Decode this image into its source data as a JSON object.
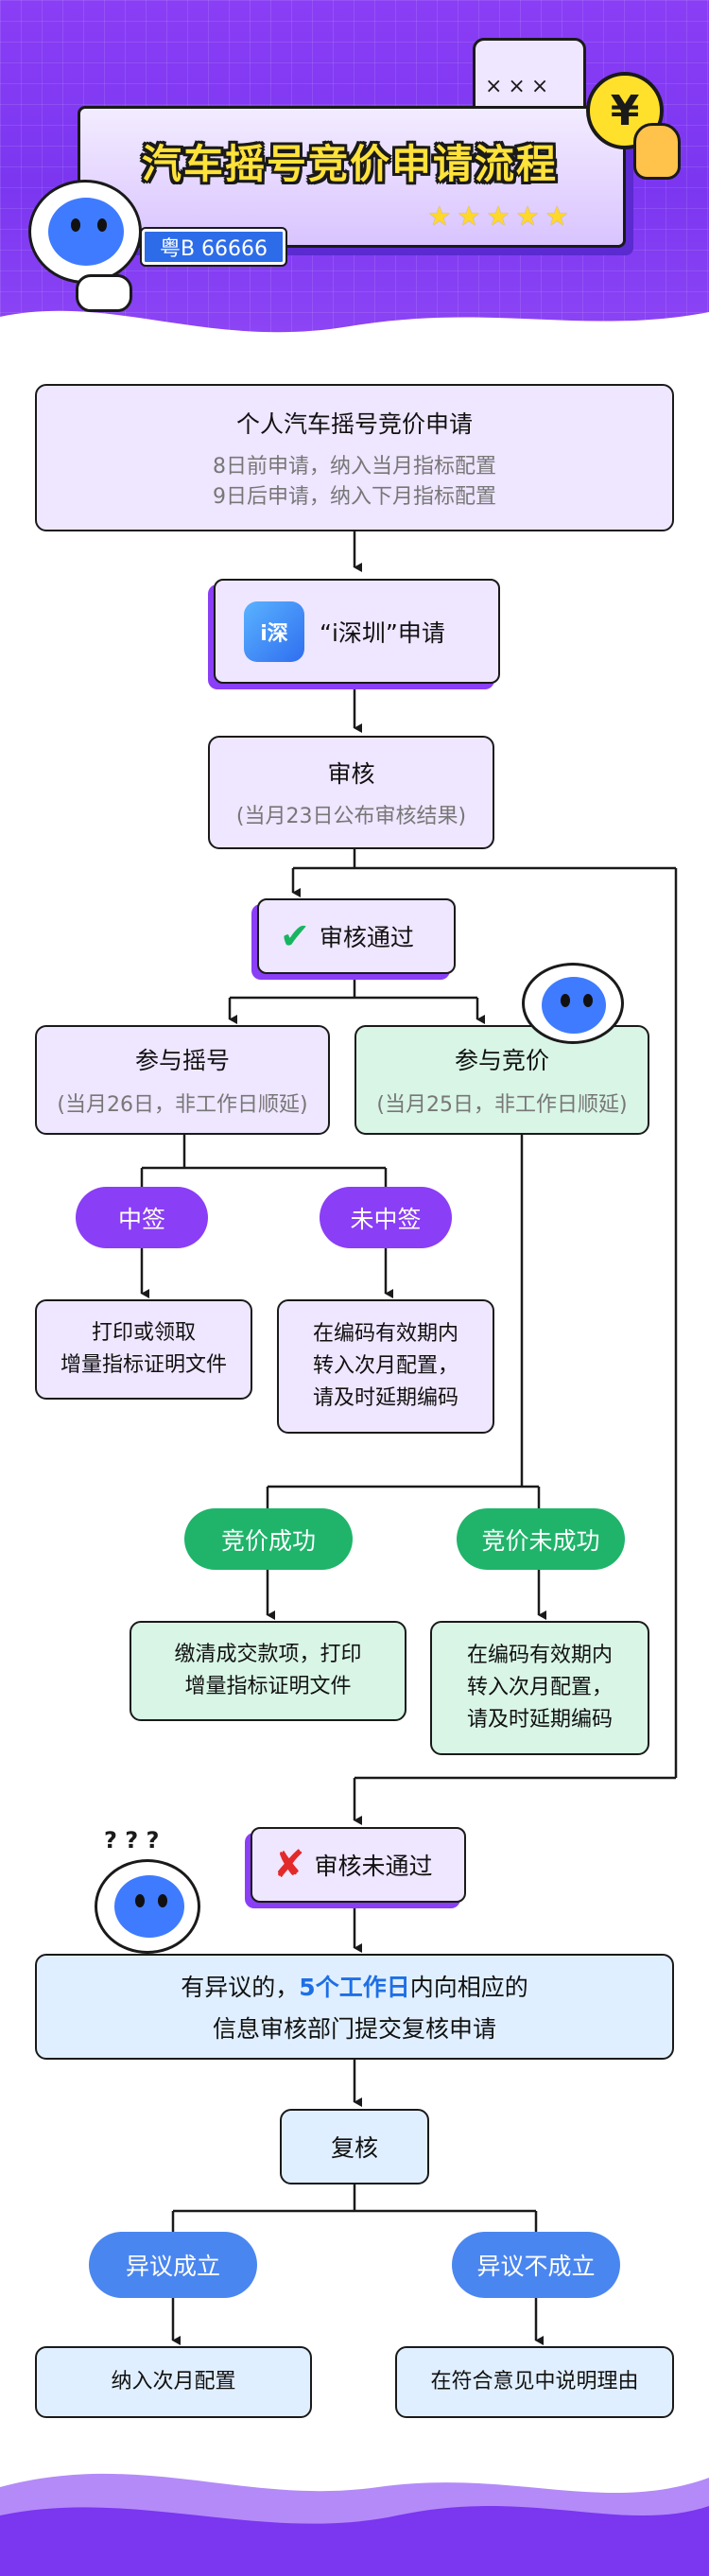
{
  "header": {
    "title": "汽车摇号竞价申请流程",
    "plate": "粤B 66666",
    "stars": "★★★★★",
    "phone_marks": "×××",
    "yuan_symbol": "¥"
  },
  "steps": {
    "apply_title": "个人汽车摇号竞价申请",
    "apply_line1": "8日前申请，纳入当月指标配置",
    "apply_line2": "9日后申请，纳入下月指标配置",
    "ishenzhen_label": "“i深圳”申请",
    "ishenzhen_icon_text": "i深",
    "review_title": "审核",
    "review_note": "(当月23日公布审核结果)",
    "passed_label": "审核通过",
    "lottery_title": "参与摇号",
    "lottery_note": "(当月26日，非工作日顺延)",
    "bidding_title": "参与竞价",
    "bidding_note": "(当月25日，非工作日顺延)",
    "win_label": "中签",
    "lose_label": "未中签",
    "win_result_line1": "打印或领取",
    "win_result_line2": "增量指标证明文件",
    "lose_result_line1": "在编码有效期内",
    "lose_result_line2": "转入次月配置，",
    "lose_result_line3": "请及时延期编码",
    "bid_win_label": "竞价成功",
    "bid_lose_label": "竞价未成功",
    "bid_win_line1": "缴清成交款项，打印",
    "bid_win_line2": "增量指标证明文件",
    "bid_lose_line1": "在编码有效期内",
    "bid_lose_line2": "转入次月配置，",
    "bid_lose_line3": "请及时延期编码",
    "failed_label": "审核未通过",
    "objection_pre": "有异议的，",
    "objection_highlight": "5个工作日",
    "objection_post": "内向相应的",
    "objection_line2": "信息审核部门提交复核申请",
    "recheck_label": "复核",
    "obj_ok_label": "异议成立",
    "obj_fail_label": "异议不成立",
    "obj_ok_result": "纳入次月配置",
    "obj_fail_result": "在符合意见中说明理由",
    "question_marks": "? ? ?"
  },
  "colors": {
    "purple": "#8a3ef5",
    "green": "#1fb46a",
    "blue": "#4a86f0",
    "highlight": "#1e6fe6"
  }
}
